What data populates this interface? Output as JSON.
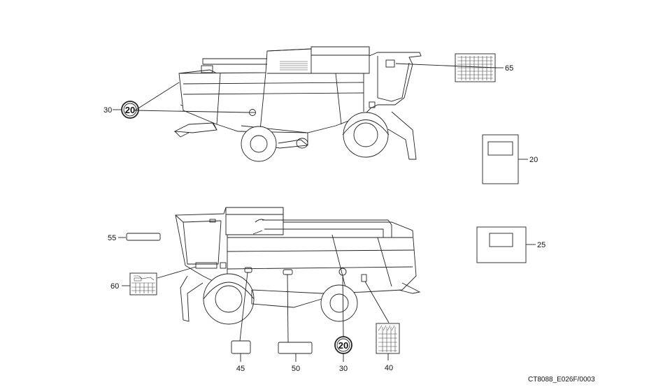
{
  "callouts": {
    "c30_top": "30",
    "c65": "65",
    "c20": "20",
    "c25": "25",
    "c55": "55",
    "c60": "60",
    "c45": "45",
    "c50": "50",
    "c30_bottom": "30",
    "c40": "40"
  },
  "speed_badge": {
    "top": "20",
    "bottom": "20"
  },
  "figure_code": "CT8088_E026F/0003",
  "colors": {
    "line": "#222222",
    "background": "#ffffff"
  }
}
